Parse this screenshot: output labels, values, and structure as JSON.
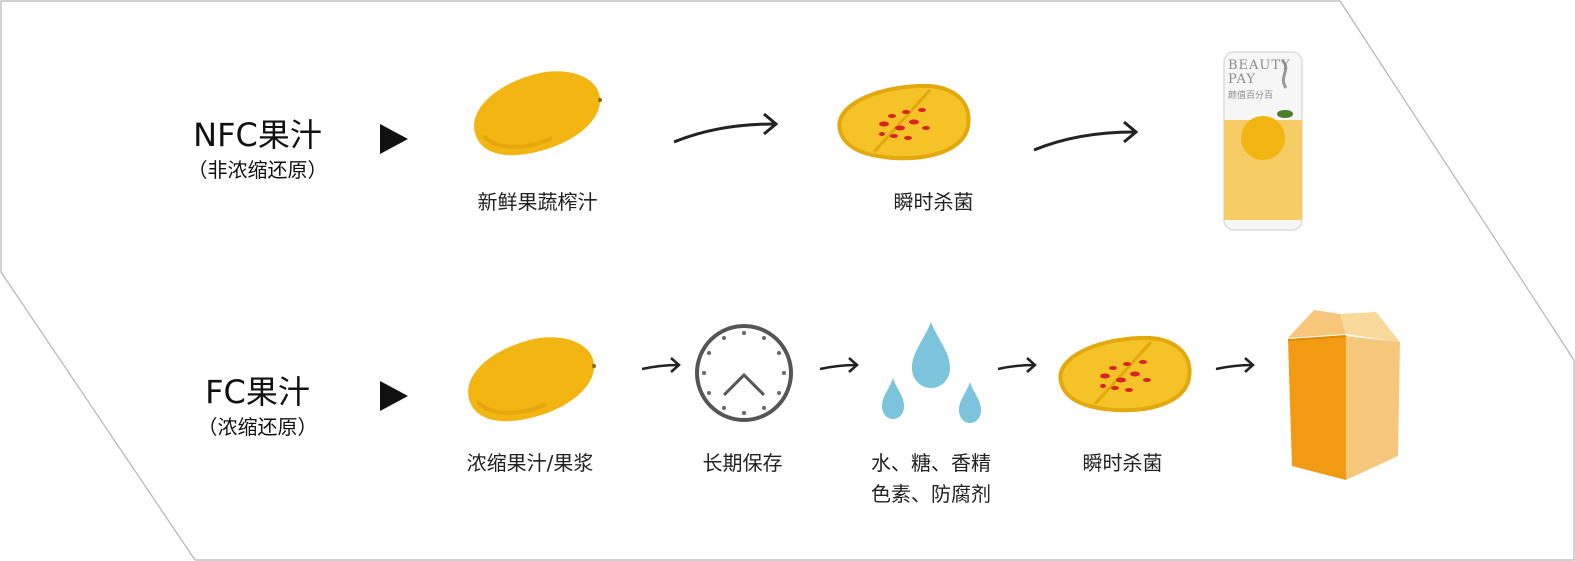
{
  "nfc": {
    "title": "NFC果汁",
    "subtitle": "（非浓缩还原）",
    "steps": [
      "新鲜果蔬榨汁",
      "瞬时杀菌"
    ],
    "product": {
      "brand_line1": "BEAUTY",
      "brand_line2": "PAY",
      "brand_cn": "颜值百分百"
    }
  },
  "fc": {
    "title": "FC果汁",
    "subtitle": "（浓缩还原）",
    "steps": [
      "浓缩果汁/果浆",
      "长期保存",
      "水、糖、香精",
      "色素、防腐剂",
      "瞬时杀菌"
    ]
  },
  "colors": {
    "mango": "#f2b511",
    "mango_dark": "#d99a08",
    "slice_fill": "#f5c228",
    "seed": "#d8232a",
    "drop": "#7cc3dc",
    "carton_front": "#f29a12",
    "carton_side": "#f6c77a",
    "bottle_label": "#f4c64a"
  },
  "icons": [
    "mango-icon",
    "mango-slice-icon",
    "clock-icon",
    "water-drops-icon",
    "juice-bottle-icon",
    "juice-carton-icon",
    "arrow-icon",
    "play-arrow-icon"
  ]
}
